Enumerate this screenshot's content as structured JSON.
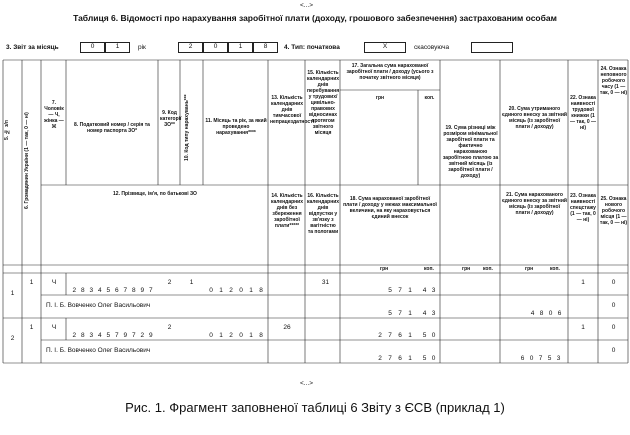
{
  "ellipsis": "<...>",
  "title": "Таблиця 6. Відомості про нарахування заробітної плати (доходу, грошового забезпечення) застрахованим особам",
  "form": {
    "f3_label": "3. Звіт за місяць",
    "month_digits": [
      "0",
      "1"
    ],
    "year_label": "рік",
    "year_digits": [
      "2",
      "0",
      "1",
      "8"
    ],
    "f4_label": "4. Тип: початкова",
    "type_mark": "X",
    "cancel_label": "скасовуюча"
  },
  "headers": {
    "h5": "5. № з/п",
    "h6": "6. Громадянин України (1 — так, 0 — ні)",
    "h7": "7. Чоловік — Ч, жінка — Ж",
    "h8": "8. Податковий номер / серія та номер паспорта ЗО*",
    "h9": "9. Код категорії ЗО**",
    "h10": "10. Код типу нарахувань***",
    "h11": "11. Місяць та рік, за який проведено нарахування****",
    "h12": "12. Прізвище, ім'я, по батькові ЗО",
    "h13": "13. Кількість календарних днів тимчасової непрацездатності",
    "h14": "14. Кількість календарних днів без збереження заробітної плати*****",
    "h15": "15. Кількість календарних днів перебування у трудових/цивільно-правових відносинах протягом звітного місяця",
    "h16": "16. Кількість календарних днів відпустки у зв'язку з вагітністю та пологами",
    "h17": "17. Загальна сума нарахованої заробітної плати / доходу (усього з початку звітного місяця)",
    "h18": "18. Сума нарахованої заробітної плати / доходу у межах максимальної величини, на яку нараховується єдиний внесок",
    "h19": "19. Сума різниці між розміром мінімальної заробітної плати та фактично нарахованою заробітною платою за звітний місяць (із заробітної плати / доходу)",
    "h20": "20. Сума утриманого єдиного внеску за звітний місяць (із заробітної плати / доходу)",
    "h21": "21. Сума нарахованого єдиного внеску за звітний місяць (із заробітної плати / доходу)",
    "h22": "22. Ознака наявності трудової книжки (1 — так, 0 — ні)",
    "h23": "23. Ознака наявності спецстажу (1 — так, 0 — ні)",
    "h24": "24. Ознака неповного робочого часу (1 — так, 0 — ні)",
    "h25": "25. Ознака нового робочого місця (1 — так, 0 — ні)",
    "grn": "грн",
    "kop": "коп."
  },
  "rows": [
    {
      "num": "1",
      "citizen": "1",
      "sex": "Ч",
      "tax_id": [
        "2",
        "8",
        "3",
        "4",
        "5",
        "6",
        "7",
        "8",
        "9",
        "7"
      ],
      "category": "2",
      "pay_type": "1",
      "month_year": [
        "0",
        "1",
        "2",
        "0",
        "1",
        "8"
      ],
      "days13": "",
      "days14": "",
      "days15": "31",
      "days16": "",
      "sum17_grn": [
        "5",
        "7",
        "1"
      ],
      "sum17_kop": [
        "4",
        "3"
      ],
      "sum18_grn": [
        "5",
        "7",
        "1"
      ],
      "sum18_kop": [
        "4",
        "3"
      ],
      "sum21": [
        "4",
        "8",
        "0",
        "6"
      ],
      "f22": "1",
      "f23": "",
      "f24": "0",
      "f25": "0",
      "name": "П. І. Б. Вовченко Олег Васильович"
    },
    {
      "num": "2",
      "citizen": "1",
      "sex": "Ч",
      "tax_id": [
        "2",
        "8",
        "3",
        "4",
        "5",
        "7",
        "9",
        "7",
        "2",
        "9"
      ],
      "category": "2",
      "pay_type": "",
      "month_year": [
        "0",
        "1",
        "2",
        "0",
        "1",
        "8"
      ],
      "days13": "26",
      "days14": "",
      "days15": "",
      "days16": "",
      "sum17_grn": [
        "2",
        "7",
        "6",
        "1"
      ],
      "sum17_kop": [
        "5",
        "0"
      ],
      "sum18_grn": [
        "2",
        "7",
        "6",
        "1"
      ],
      "sum18_kop": [
        "5",
        "0"
      ],
      "sum21": [
        "6",
        "0",
        "7",
        "5",
        "3"
      ],
      "f22": "1",
      "f23": "",
      "f24": "0",
      "f25": "0",
      "name": "П. І. Б. Вовченко Олег Васильович"
    }
  ],
  "caption": "Рис. 1. Фрагмент заповненої таблиці 6 Звіту з ЄСВ (приклад 1)"
}
